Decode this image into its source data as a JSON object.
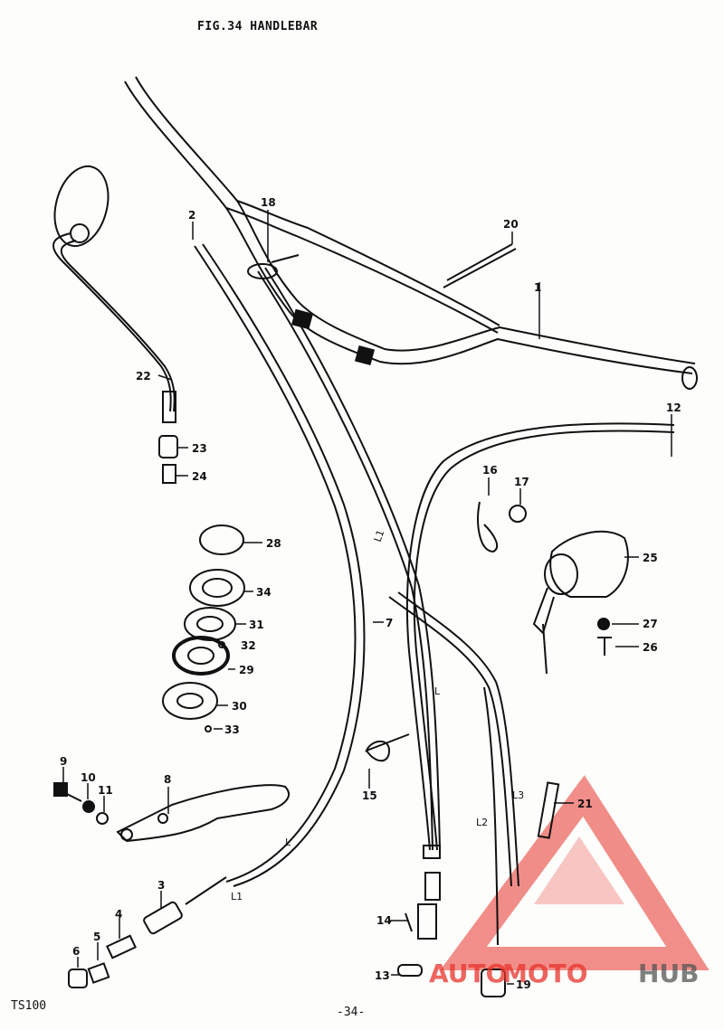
{
  "title": "FIG.34  HANDLEBAR",
  "model": "TS100",
  "page_number": "-34-",
  "callouts": [
    {
      "id": "1",
      "label": "1"
    },
    {
      "id": "2",
      "label": "2"
    },
    {
      "id": "3",
      "label": "3"
    },
    {
      "id": "4",
      "label": "4"
    },
    {
      "id": "5",
      "label": "5"
    },
    {
      "id": "6",
      "label": "6"
    },
    {
      "id": "7",
      "label": "7"
    },
    {
      "id": "8",
      "label": "8"
    },
    {
      "id": "9",
      "label": "9"
    },
    {
      "id": "10",
      "label": "10"
    },
    {
      "id": "11",
      "label": "11"
    },
    {
      "id": "12",
      "label": "12"
    },
    {
      "id": "13",
      "label": "13"
    },
    {
      "id": "14",
      "label": "14"
    },
    {
      "id": "15",
      "label": "15"
    },
    {
      "id": "16",
      "label": "16"
    },
    {
      "id": "17",
      "label": "17"
    },
    {
      "id": "18",
      "label": "18"
    },
    {
      "id": "19",
      "label": "19"
    },
    {
      "id": "20",
      "label": "20"
    },
    {
      "id": "21",
      "label": "21"
    },
    {
      "id": "22",
      "label": "22"
    },
    {
      "id": "23",
      "label": "23"
    },
    {
      "id": "24",
      "label": "24"
    },
    {
      "id": "25",
      "label": "25"
    },
    {
      "id": "26",
      "label": "26"
    },
    {
      "id": "27",
      "label": "27"
    },
    {
      "id": "28",
      "label": "28"
    },
    {
      "id": "29",
      "label": "29"
    },
    {
      "id": "30",
      "label": "30"
    },
    {
      "id": "31",
      "label": "31"
    },
    {
      "id": "32",
      "label": "32"
    },
    {
      "id": "33",
      "label": "33"
    },
    {
      "id": "34",
      "label": "34"
    }
  ],
  "dimensions": {
    "L": "L",
    "L1": "L1",
    "L2": "L2",
    "L3": "L3"
  },
  "watermark": {
    "part1": "AUTO",
    "part2": "MOTO",
    "part3": "HUB",
    "accent_color": "#e8332b",
    "dark_color": "#555555"
  }
}
